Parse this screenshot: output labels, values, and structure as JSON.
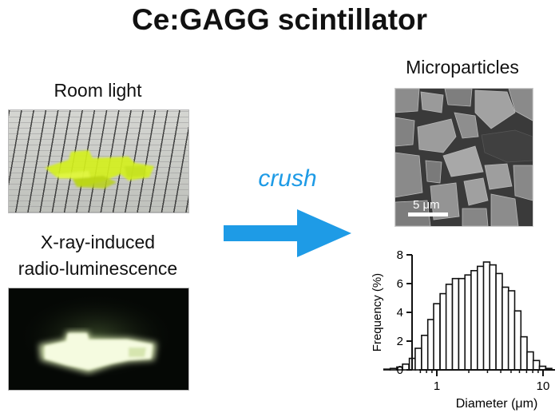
{
  "title": "Ce:GAGG scintillator",
  "left_panel": {
    "room_light_label": "Room light",
    "xray_label_line1": "X-ray-induced",
    "xray_label_line2": "radio-luminescence"
  },
  "middle": {
    "crush_label": "crush",
    "arrow_color": "#1e9be6"
  },
  "right_panel": {
    "microparticles_label": "Microparticles",
    "scale_bar_label": "5 μm"
  },
  "colors": {
    "crystal_yellow": "#d4f020",
    "glow": "#eaf7c8",
    "accent_blue": "#1e9be6"
  },
  "chart_data": {
    "type": "bar",
    "title": "",
    "xlabel": "Diameter (μm)",
    "ylabel": "Frequency (%)",
    "xscale": "log",
    "xlim": [
      0.3,
      12
    ],
    "ylim": [
      0,
      8
    ],
    "yticks": [
      0,
      2,
      4,
      6,
      8
    ],
    "xticks": [
      1,
      10
    ],
    "xtick_labels": [
      "1",
      "10"
    ],
    "grid": false,
    "legend": null,
    "categories": [
      0.34,
      0.39,
      0.45,
      0.51,
      0.59,
      0.67,
      0.77,
      0.88,
      1.0,
      1.15,
      1.31,
      1.5,
      1.72,
      1.97,
      2.25,
      2.58,
      2.95,
      3.37,
      3.86,
      4.42,
      5.05,
      5.78,
      6.61,
      7.57,
      8.66,
      9.91,
      11.3
    ],
    "values": [
      0.05,
      0.1,
      0.2,
      0.4,
      0.8,
      1.5,
      2.4,
      3.5,
      4.6,
      5.3,
      5.95,
      6.35,
      6.35,
      6.6,
      6.9,
      7.2,
      7.5,
      7.3,
      6.7,
      5.75,
      5.5,
      4.1,
      2.3,
      1.25,
      0.65,
      0.25,
      0.1
    ]
  }
}
